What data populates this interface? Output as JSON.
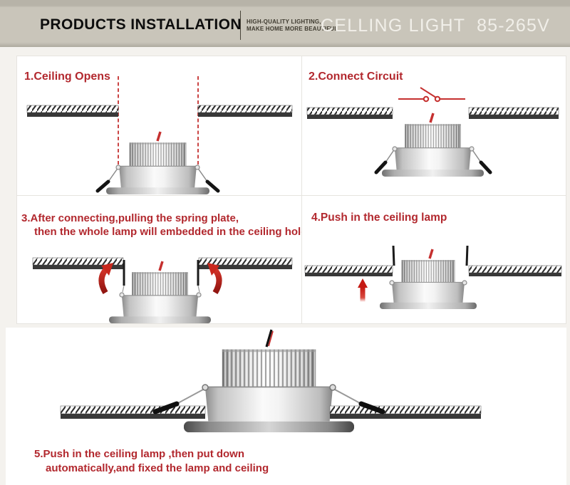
{
  "header": {
    "title": "PRODUCTS INSTALLATION",
    "tagline_line1": "HIGH-QUALITY LIGHTING,",
    "tagline_line2": "MAKE HOME MORE BEAUTIFUL",
    "product": "CELLING LIGHT  85-265V"
  },
  "steps": [
    {
      "label": "1.Ceiling Opens"
    },
    {
      "label": "2.Connect Circuit"
    },
    {
      "label": "3.After connecting,pulling the spring plate,",
      "label2": "then the whole lamp will embedded in the ceiling hole"
    },
    {
      "label": "4.Push in the ceiling lamp"
    },
    {
      "label": "5.Push in the ceiling lamp ,then put down",
      "label2": "automatically,and fixed the lamp and ceiling"
    }
  ],
  "colors": {
    "header_bg": "#c7c3b8",
    "accent_red": "#b2282e",
    "diagram_red": "#c5302f",
    "header_text_light": "#f1efe9",
    "ceiling_dark": "#383838"
  }
}
